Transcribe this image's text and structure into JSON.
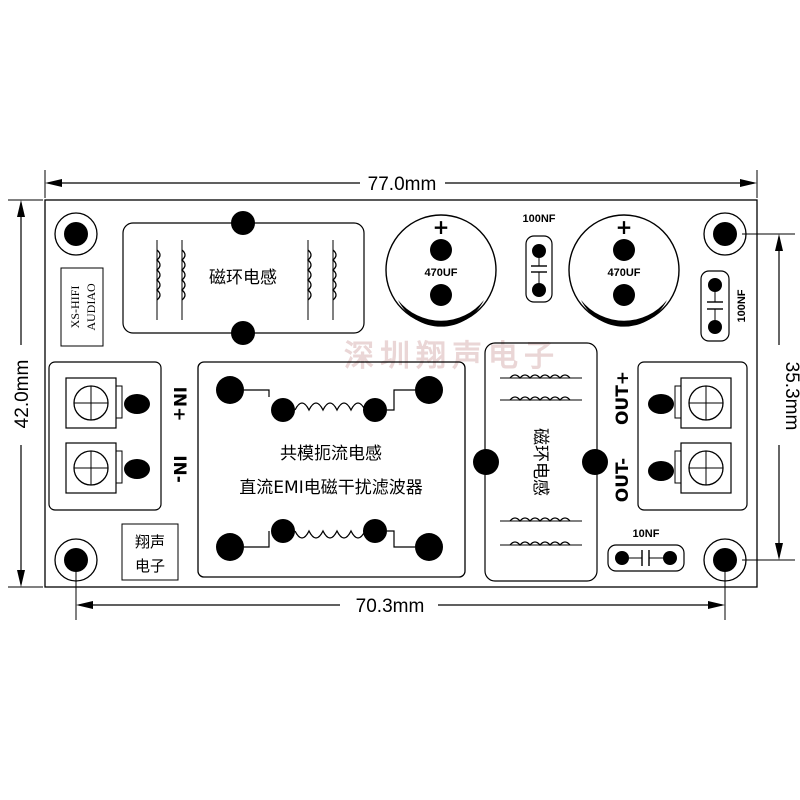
{
  "dimensions": {
    "width": "77.0mm",
    "height": "42.0mm",
    "inner_height": "35.3mm",
    "hole_spacing": "70.3mm"
  },
  "brand": {
    "line1": "XS-HIFI",
    "line2": "AUDIAO"
  },
  "maker": {
    "line1": "翔声",
    "line2": "电子"
  },
  "watermark": "深圳翔声电子",
  "top_choke_label": "磁环电感",
  "capacitors": {
    "electrolytic_value": "470UF",
    "plus_sign": "+",
    "film_top": "100NF",
    "film_right": "100NF",
    "film_bottom": "10NF"
  },
  "common_mode": {
    "line1": "共模扼流电感",
    "line2": "直流EMI电磁干扰滤波器"
  },
  "right_choke_label": "磁环电感",
  "input": {
    "pos": "IN+",
    "neg": "IN-"
  },
  "output": {
    "pos": "OUT+",
    "neg": "OUT-"
  },
  "colors": {
    "line": "#000000",
    "watermark": "#ead6d6",
    "background": "#ffffff"
  }
}
